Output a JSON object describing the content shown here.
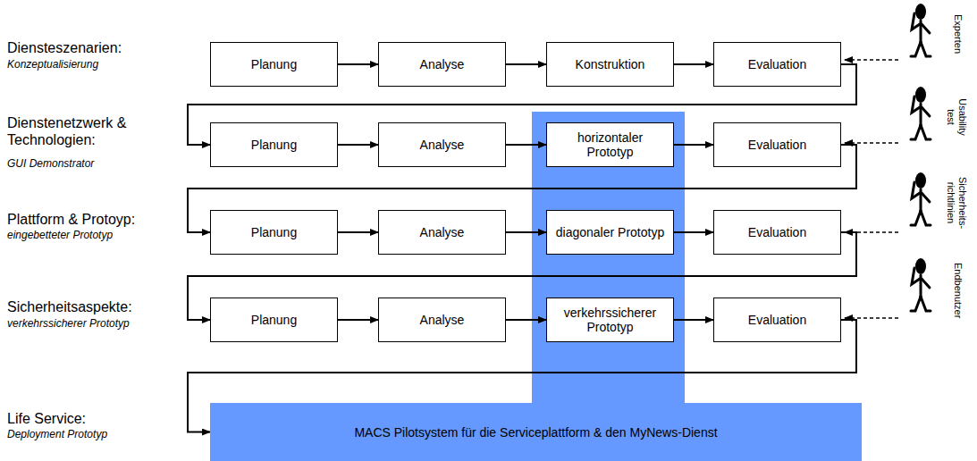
{
  "diagram": {
    "nodes": [
      {
        "text": [
          "Planung"
        ]
      },
      {
        "text": [
          "Analyse"
        ]
      },
      {
        "text": [
          "Konstruktion"
        ]
      },
      {
        "text": [
          "Evaluation"
        ]
      },
      {
        "text": [
          "Planung"
        ]
      },
      {
        "text": [
          "Analyse"
        ]
      },
      {
        "text": [
          "horizontaler Prototyp"
        ]
      },
      {
        "text": [
          "Evaluation"
        ]
      },
      {
        "text": [
          "Planung"
        ]
      },
      {
        "text": [
          "Analyse"
        ]
      },
      {
        "text": [
          "diagonaler Prototyp"
        ]
      },
      {
        "text": [
          "Evaluation"
        ]
      },
      {
        "text": [
          "Planung"
        ]
      },
      {
        "text": [
          "Analyse"
        ]
      },
      {
        "text": [
          "verkehrssicherer Prototyp"
        ]
      },
      {
        "text": [
          "Evaluation"
        ]
      },
      {
        "text": [
          "MACS Pilotsystem für die Serviceplattform & den MyNews-Dienst"
        ]
      }
    ],
    "edges": [
      {
        "from": 0,
        "to": 1,
        "arrow": "to"
      },
      {
        "from": 1,
        "to": 2,
        "arrow": "to"
      },
      {
        "from": 2,
        "to": 3,
        "arrow": "to"
      },
      {
        "from": 3,
        "to": 4,
        "arrow": "to"
      },
      {
        "from": 4,
        "to": 5,
        "arrow": "to"
      },
      {
        "from": 5,
        "to": 6,
        "arrow": "to"
      },
      {
        "from": 6,
        "to": 7,
        "arrow": "to"
      },
      {
        "from": 7,
        "to": 8,
        "arrow": "to"
      },
      {
        "from": 8,
        "to": 9,
        "arrow": "to"
      },
      {
        "from": 9,
        "to": 10,
        "arrow": "to"
      },
      {
        "from": 10,
        "to": 11,
        "arrow": "to"
      },
      {
        "from": 11,
        "to": 12,
        "arrow": "to"
      },
      {
        "from": 12,
        "to": 13,
        "arrow": "to"
      },
      {
        "from": 13,
        "to": 14,
        "arrow": "to"
      },
      {
        "from": 14,
        "to": 15,
        "arrow": "to"
      },
      {
        "from": 15,
        "to": 16,
        "arrow": "to"
      }
    ],
    "labels": [
      "Diensteszenarien:",
      "Konzeptualisierung",
      "Dienstenetzwerk & Technologien:",
      "GUI Demonstrator",
      "Plattform & Protoyp:",
      "eingebetteter Prototyp",
      "Sicherheitsaspekte:",
      "verkehrssicherer Prototyp",
      "Life Service:",
      "Deployment Prototyp",
      "Experten",
      "Usability test",
      "Sicherheits- richtlinien",
      "Endbenutzer"
    ]
  }
}
